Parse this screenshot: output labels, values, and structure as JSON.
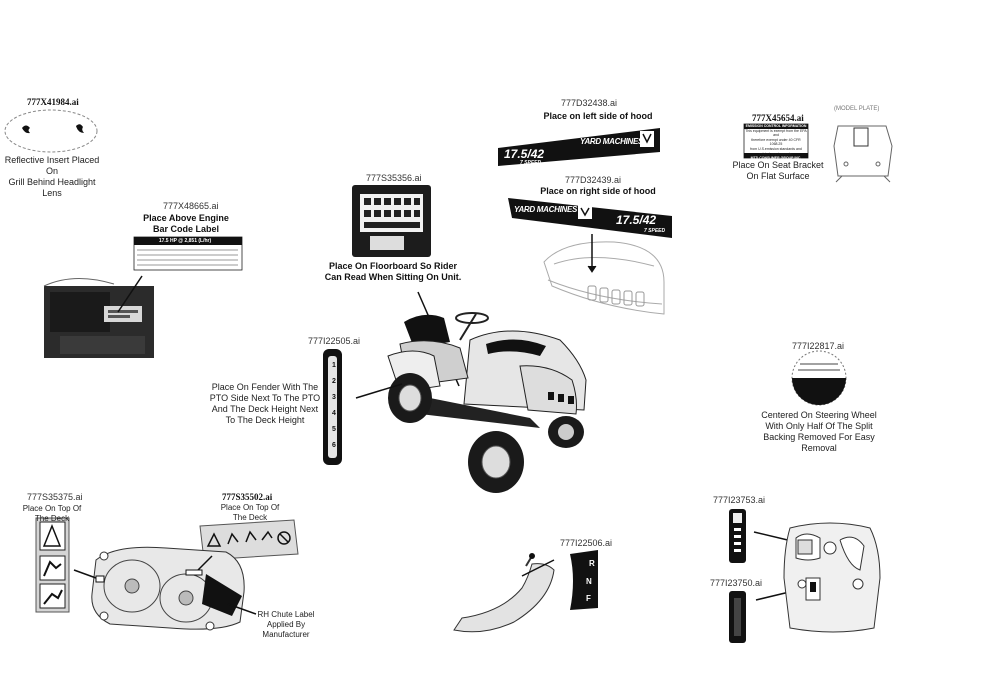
{
  "decals": {
    "reflective": {
      "code": "777X41984.ai",
      "caption_l1": "Reflective Insert Placed On",
      "caption_l2": "Grill Behind Headlight Lens"
    },
    "engine": {
      "code": "777X48665.ai",
      "caption_l1": "Place Above Engine",
      "caption_l2": "Bar Code Label",
      "label_text": "17.5 HP @ 2,851 (L/hr)"
    },
    "floorboard": {
      "code": "777S35356.ai",
      "caption_l1": "Place On Floorboard So Rider",
      "caption_l2": "Can Read When Sitting On Unit."
    },
    "hood_left": {
      "code": "777D32438.ai",
      "caption": "Place on left side of hood",
      "hp": "17.5/42",
      "speed": "7 SPEED",
      "brand": "YARD MACHINES"
    },
    "hood_right": {
      "code": "777D32439.ai",
      "caption": "Place on right side of hood",
      "hp": "17.5/42",
      "speed": "7 SPEED",
      "brand": "YARD MACHINES"
    },
    "emission": {
      "code": "777X45654.ai",
      "model_plate": "(MODEL PLATE)",
      "caption_l1": "Place On Seat Bracket",
      "caption_l2": "On Flat Surface",
      "header": "EMISSION CONTROL INFORMATION",
      "l1": "This equipment is exempt from the EPA and",
      "l2": "therefore exempt under 40 CFR 1068.25",
      "l3": "from U.S.emission standards and",
      "l4": "related requirements.",
      "footer": "MTD CONSUMER GROUP INC."
    },
    "fender": {
      "code": "777I22505.ai",
      "caption_l1": "Place On Fender With The",
      "caption_l2": "PTO Side Next To The PTO",
      "caption_l3": "And The Deck Height Next",
      "caption_l4": "To The Deck Height"
    },
    "steering": {
      "code": "777I22817.ai",
      "caption_l1": "Centered On Steering Wheel",
      "caption_l2": "With Only Half Of The Split",
      "caption_l3": "Backing Removed For Easy",
      "caption_l4": "Removal"
    },
    "deck_left": {
      "code": "777S35375.ai",
      "caption_l1": "Place On Top Of",
      "caption_l2": "The Deck"
    },
    "deck_top": {
      "code": "777S35502.ai",
      "caption_l1": "Place On Top Of",
      "caption_l2": "The Deck"
    },
    "chute": {
      "caption_l1": "RH Chute Label",
      "caption_l2": "Applied By Manufacturer"
    },
    "shift": {
      "code": "777I22506.ai",
      "r": "R",
      "n": "N",
      "f": "F"
    },
    "dash_top": {
      "code": "777I23753.ai"
    },
    "dash_bottom": {
      "code": "777I23750.ai"
    },
    "fender_numbers": [
      "1",
      "2",
      "3",
      "4",
      "5",
      "6"
    ]
  }
}
